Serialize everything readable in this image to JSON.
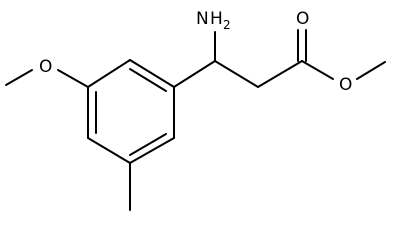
{
  "diagram": {
    "atoms": {
      "amine_n": "N",
      "amine_h": "H",
      "amine_h_count": "2",
      "carbonyl_o": "O",
      "ester_o": "O",
      "methoxy_o": "O"
    }
  }
}
